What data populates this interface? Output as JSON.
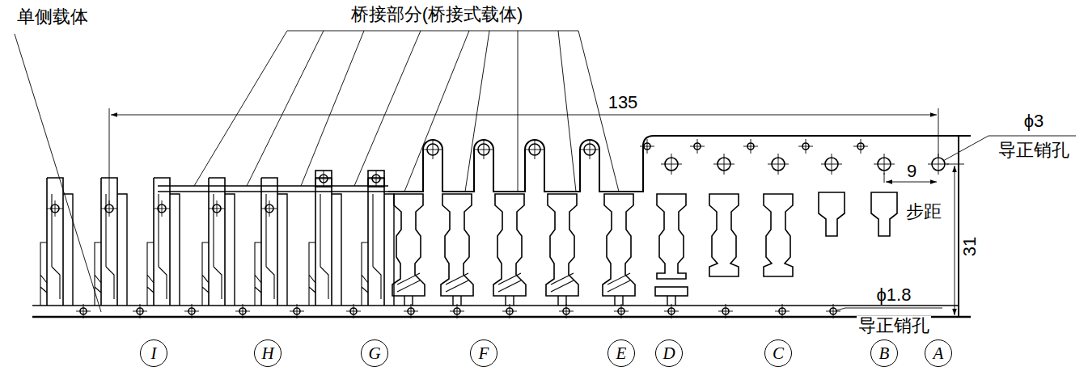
{
  "diagram": {
    "nodes": [
      {
        "text": [
          "I"
        ]
      },
      {
        "text": [
          "H"
        ]
      },
      {
        "text": [
          "G"
        ]
      },
      {
        "text": [
          "F"
        ]
      },
      {
        "text": [
          "E"
        ]
      },
      {
        "text": [
          "D"
        ]
      },
      {
        "text": [
          "C"
        ]
      },
      {
        "text": [
          "B"
        ]
      },
      {
        "text": [
          "A"
        ]
      }
    ],
    "labels": [
      "单侧载体",
      "桥接部分(桥接式载体)",
      "135",
      "ϕ3",
      "导正销孔",
      "9",
      "步距",
      "31",
      "ϕ1.8",
      "导正销孔"
    ]
  }
}
